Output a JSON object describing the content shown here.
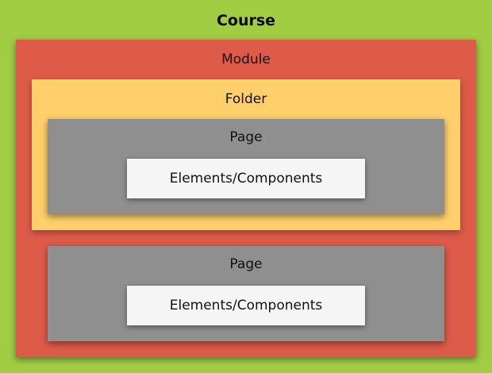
{
  "diagram": {
    "course": {
      "label": "Course",
      "color": "#a1cd45"
    },
    "module": {
      "label": "Module",
      "color": "#de5b49"
    },
    "folder": {
      "label": "Folder",
      "color": "#fecf6b"
    },
    "pages": [
      {
        "label": "Page",
        "color": "#8f8f8f"
      },
      {
        "label": "Page",
        "color": "#8f8f8f"
      }
    ],
    "elements": [
      {
        "label": "Elements/Components",
        "color": "#f5f5f5"
      },
      {
        "label": "Elements/Components",
        "color": "#f5f5f5"
      }
    ]
  }
}
